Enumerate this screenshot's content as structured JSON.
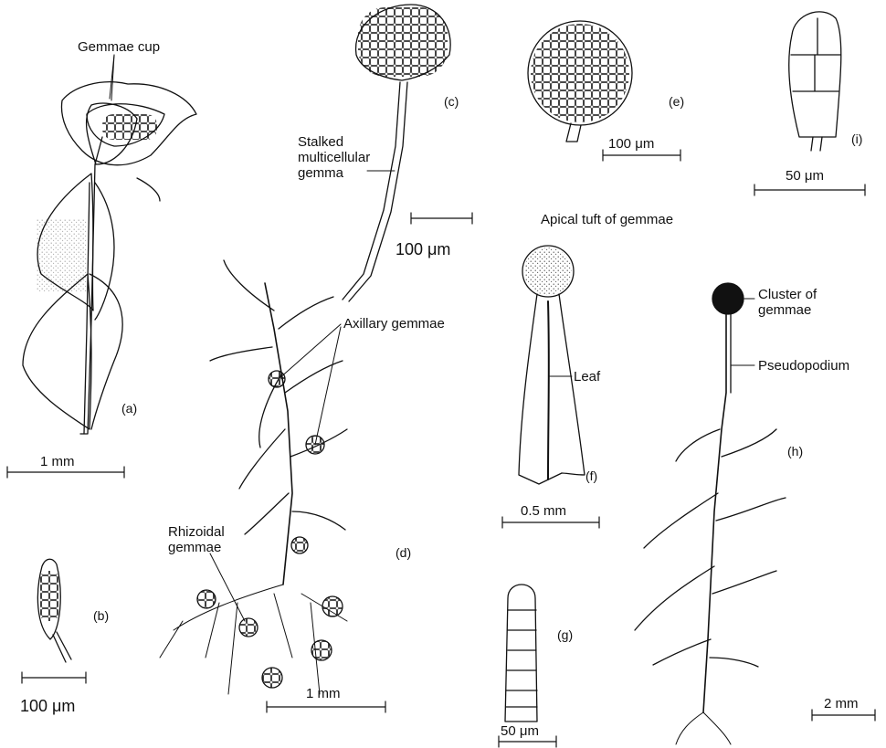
{
  "labels": {
    "gemmae_cup": "Gemmae cup",
    "stalked_gemma": "Stalked\nmulticellular\ngemma",
    "axillary_gemmae": "Axillary gemmae",
    "rhizoidal_gemmae": "Rhizoidal\ngemmae",
    "apical_tuft": "Apical tuft of gemmae",
    "leaf": "Leaf",
    "cluster": "Cluster of\ngemmae",
    "pseudopodium": "Pseudopodium"
  },
  "panels": {
    "a": "(a)",
    "b": "(b)",
    "c": "(c)",
    "d": "(d)",
    "e": "(e)",
    "f": "(f)",
    "g": "(g)",
    "h": "(h)",
    "i": "(i)"
  },
  "scales": {
    "a": "1 mm",
    "b": "100 μm",
    "c": "100 μm",
    "d": "1 mm",
    "e": "100 μm",
    "f": "0.5 mm",
    "g": "50 μm",
    "h": "2 mm",
    "i": "50 μm"
  },
  "colors": {
    "ink": "#111111",
    "paper": "#ffffff"
  }
}
